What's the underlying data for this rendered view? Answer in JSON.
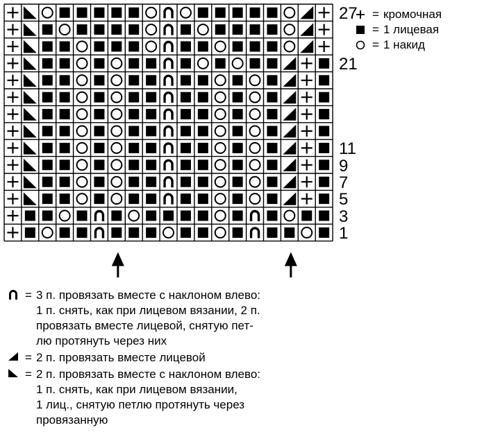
{
  "diagram": {
    "grid": [
      "+<o=====o^o=====o>+",
      "+<=o====o^=o====o>+",
      "+<==o===o^==o===o>+",
      "+<==o=o==^=o=o==>+",
      "+<==o=o==^==o=o=>+",
      "+<==o=o==^==o=o=>+",
      "+<==o=o==^==o=o=>+",
      "+<==o=o==^==o=o=>+",
      "+<==o=o==^==o=o=>+",
      "+<==o=o==^==o=o=>+",
      "+<==o=o==^==o=o=>+",
      "+<==o=o==^==o=o=>+",
      "+==o=^=o====o=^=o==+",
      "+=o==^===o==o=^==o=+"
    ],
    "row_labels": [
      {
        "row": 0,
        "text": "27"
      },
      {
        "row": 3,
        "text": "21"
      },
      {
        "row": 8,
        "text": "11"
      },
      {
        "row": 9,
        "text": "9"
      },
      {
        "row": 10,
        "text": "7"
      },
      {
        "row": 11,
        "text": "5"
      },
      {
        "row": 12,
        "text": "3"
      },
      {
        "row": 13,
        "text": "1"
      }
    ],
    "arrow_columns": [
      7,
      17
    ]
  },
  "legend_top": [
    {
      "symbol": "plus-icon",
      "eq": "=",
      "text": "кромочная"
    },
    {
      "symbol": "filled-square-icon",
      "eq": "=",
      "text": "1 лицевая"
    },
    {
      "symbol": "circle-icon",
      "eq": "=",
      "text": "1 накид"
    }
  ],
  "legend_bottom": [
    {
      "symbol": "arch-icon",
      "eq": "=",
      "lines": [
        "3 п. провязать вместе с наклоном влево:",
        "1 п. снять, как при лицевом вязании, 2 п.",
        "провязать вместе лицевой, снятую пет-",
        "лю протянуть через них"
      ]
    },
    {
      "symbol": "triangle-right-icon",
      "eq": "=",
      "lines": [
        "2 п. провязать вместе лицевой"
      ]
    },
    {
      "symbol": "triangle-left-icon",
      "eq": "=",
      "lines": [
        "2 п. провязать вместе с наклоном влево:",
        "1 п. снять, как при лицевом вязании,",
        "1 лиц., снятую петлю протянуть через",
        "провязанную"
      ]
    }
  ],
  "colors": {
    "ink": "#000000",
    "paper": "#ffffff"
  }
}
